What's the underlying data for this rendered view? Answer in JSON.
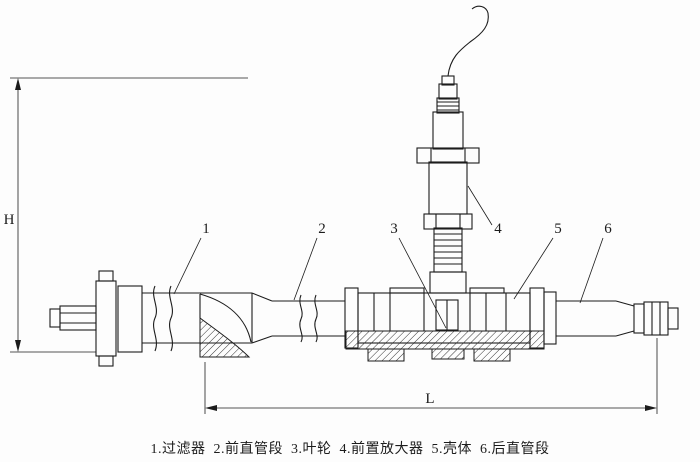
{
  "figure": {
    "dimensions": {
      "height_label": "H",
      "length_label": "L"
    },
    "callouts": [
      {
        "label": "1"
      },
      {
        "label": "2"
      },
      {
        "label": "3"
      },
      {
        "label": "4"
      },
      {
        "label": "5"
      },
      {
        "label": "6"
      }
    ],
    "caption_items": [
      "1.过滤器",
      "2.前直管段",
      "3.叶轮",
      "4.前置放大器",
      "5.壳体",
      "6.后直管段"
    ]
  },
  "colors": {
    "line": "#1c1c1c",
    "background": "#fdfdfd"
  }
}
